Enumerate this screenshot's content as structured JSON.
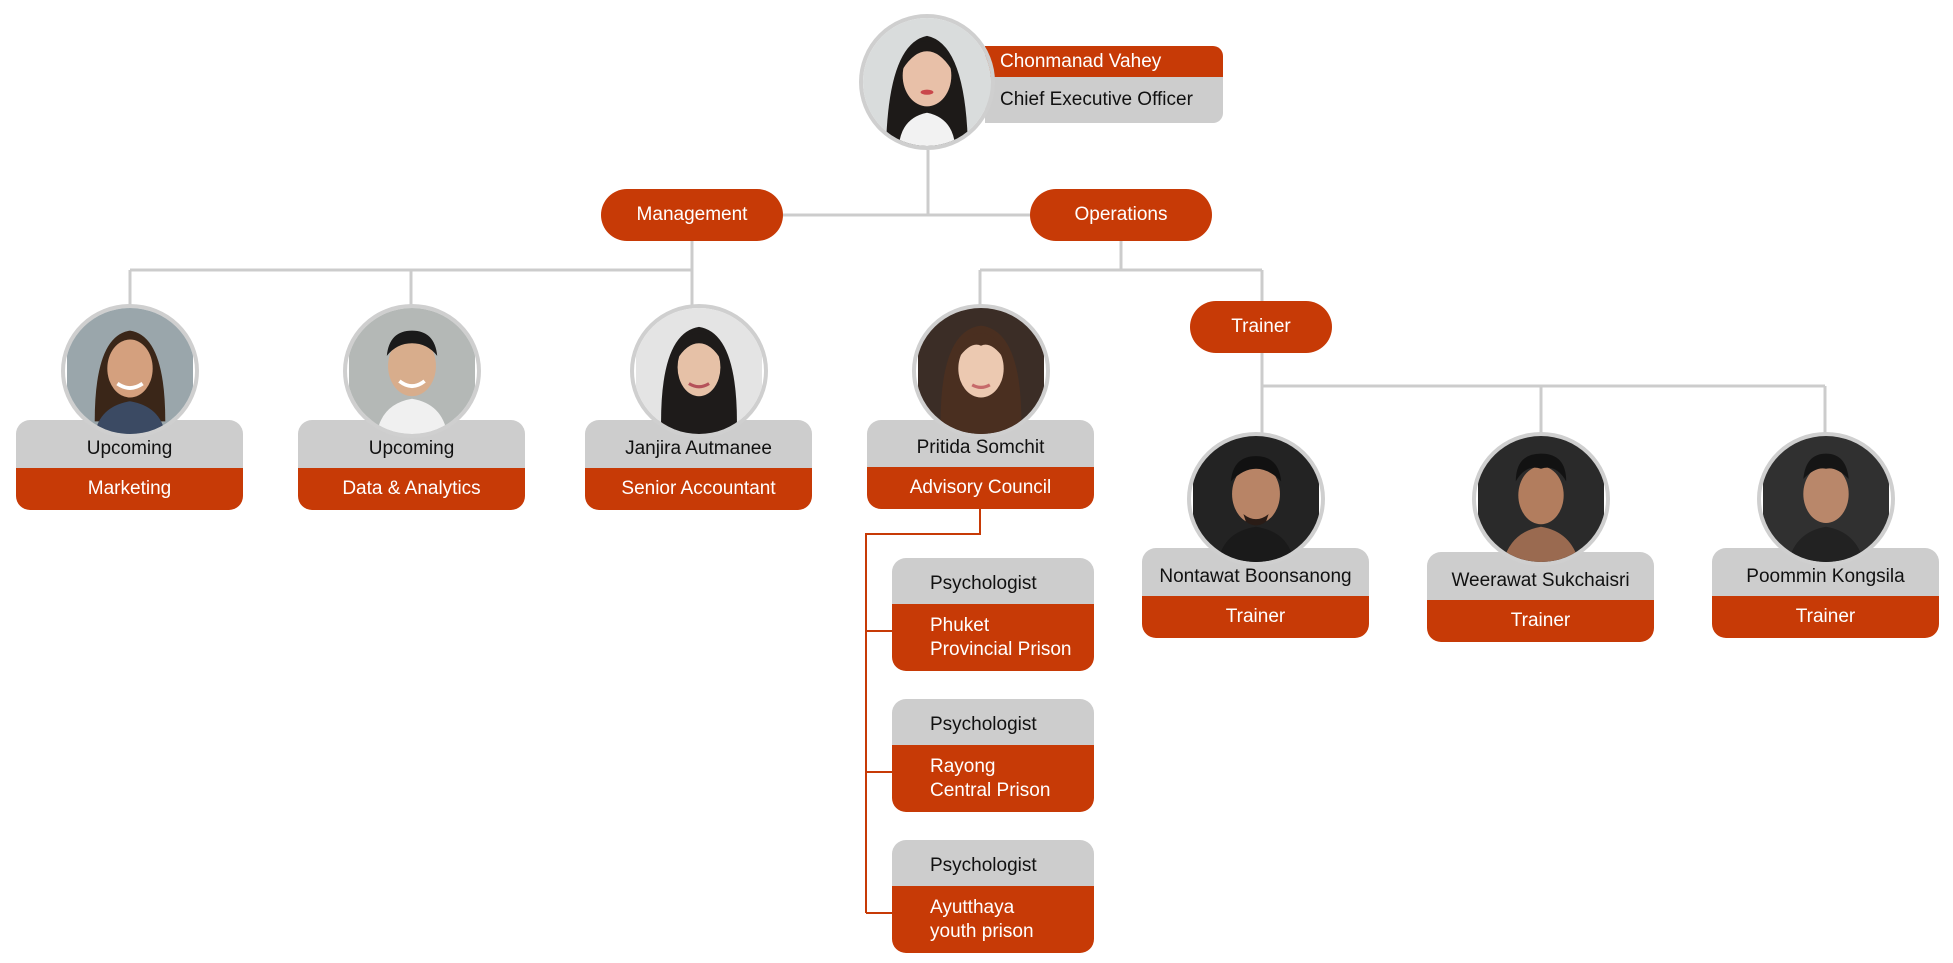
{
  "ceo": {
    "name": "Chonmanad Vahey",
    "title": "Chief Executive Officer",
    "photo": "woman-portrait-icon"
  },
  "departments": {
    "management": "Management",
    "operations": "Operations",
    "trainer": "Trainer"
  },
  "management_staff": [
    {
      "name": "Upcoming",
      "role": "Marketing",
      "photo": "woman-portrait-icon"
    },
    {
      "name": "Upcoming",
      "role": "Data & Analytics",
      "photo": "man-portrait-icon"
    },
    {
      "name": "Janjira Autmanee",
      "role": "Senior Accountant",
      "photo": "woman-portrait-icon"
    }
  ],
  "operations_staff": {
    "name": "Pritida Somchit",
    "role": "Advisory Council",
    "photo": "woman-portrait-icon"
  },
  "psychologists": [
    {
      "title": "Psychologist",
      "location_line1": "Phuket",
      "location_line2": "Provincial Prison"
    },
    {
      "title": "Psychologist",
      "location_line1": "Rayong",
      "location_line2": "Central Prison"
    },
    {
      "title": "Psychologist",
      "location_line1": "Ayutthaya",
      "location_line2": "youth prison"
    }
  ],
  "trainers": [
    {
      "name": "Nontawat Boonsanong",
      "role": "Trainer",
      "photo": "man-portrait-icon"
    },
    {
      "name": "Weerawat Sukchaisri",
      "role": "Trainer",
      "photo": "man-portrait-icon"
    },
    {
      "name": "Poommin Kongsila",
      "role": "Trainer",
      "photo": "man-portrait-icon"
    }
  ],
  "colors": {
    "accent": "#c73a06",
    "card_gray": "#cdcdcd",
    "connector_gray": "#cccccc"
  }
}
